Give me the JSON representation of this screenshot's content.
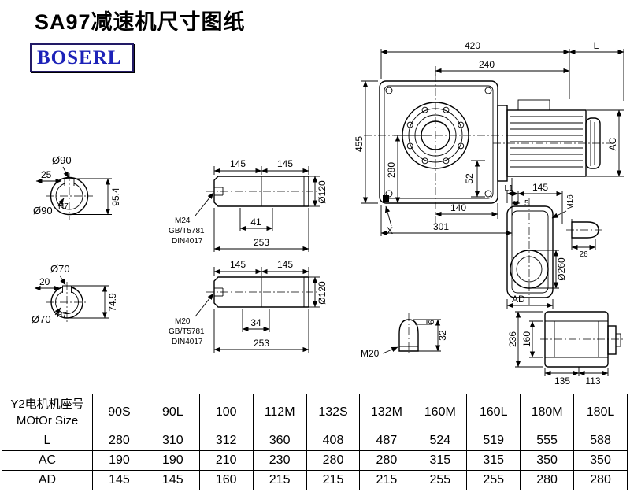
{
  "page": {
    "title": "SA97减速机尺寸图纸",
    "logo_text": "BOSERL"
  },
  "drawing": {
    "main_view": {
      "dim_top_width": "420",
      "dim_motor_length": "L",
      "dim_inner_width": "240",
      "dim_total_height": "455",
      "dim_center_height": "280",
      "dim_motor_height": "AC",
      "dim_52": "52",
      "dim_140": "140",
      "dim_301": "301",
      "label_x": "X"
    },
    "bore_view_90": {
      "dia_label": "Ø90",
      "key_width": "25",
      "key_height": "95.4",
      "fit_label": "Ø90",
      "fit_sup": "H7"
    },
    "bore_view_70": {
      "dia_label": "Ø70",
      "key_width": "20",
      "key_height": "74.9",
      "fit_label": "Ø70",
      "fit_sup": "H7"
    },
    "shaft_view_top": {
      "dim_145_a": "145",
      "dim_145_b": "145",
      "dia_label": "Ø120",
      "thread": "M24",
      "std_1": "GB/T5781",
      "std_2": "DIN4017",
      "dim_41": "41",
      "dim_253": "253"
    },
    "shaft_view_bottom": {
      "dim_145_a": "145",
      "dim_145_b": "145",
      "dia_label": "Ø120",
      "thread": "M20",
      "std_1": "GB/T5781",
      "std_2": "DIN4017",
      "dim_34": "34",
      "dim_253": "253"
    },
    "side_view": {
      "dim_l1": "L1",
      "dim_145": "145",
      "dim_5": "5",
      "thread": "M16",
      "dia_label": "Ø260",
      "dim_26": "26",
      "dim_ad": "AD"
    },
    "shaft_end_view": {
      "thread": "M20",
      "dim_6": "6",
      "dim_32": "32"
    },
    "back_view": {
      "dim_236": "236",
      "dim_160": "160",
      "dim_135": "135",
      "dim_113": "113"
    }
  },
  "table": {
    "header": {
      "line1": "Y2电机机座号",
      "line2": "MOtOr Size"
    },
    "columns": [
      "90S",
      "90L",
      "100",
      "112M",
      "132S",
      "132M",
      "160M",
      "160L",
      "180M",
      "180L"
    ],
    "rows": [
      {
        "label": "L",
        "values": [
          "280",
          "310",
          "312",
          "360",
          "408",
          "487",
          "524",
          "519",
          "555",
          "588"
        ]
      },
      {
        "label": "AC",
        "values": [
          "190",
          "190",
          "210",
          "230",
          "280",
          "280",
          "315",
          "315",
          "350",
          "350"
        ]
      },
      {
        "label": "AD",
        "values": [
          "145",
          "145",
          "160",
          "215",
          "215",
          "215",
          "255",
          "255",
          "280",
          "280"
        ]
      }
    ]
  }
}
